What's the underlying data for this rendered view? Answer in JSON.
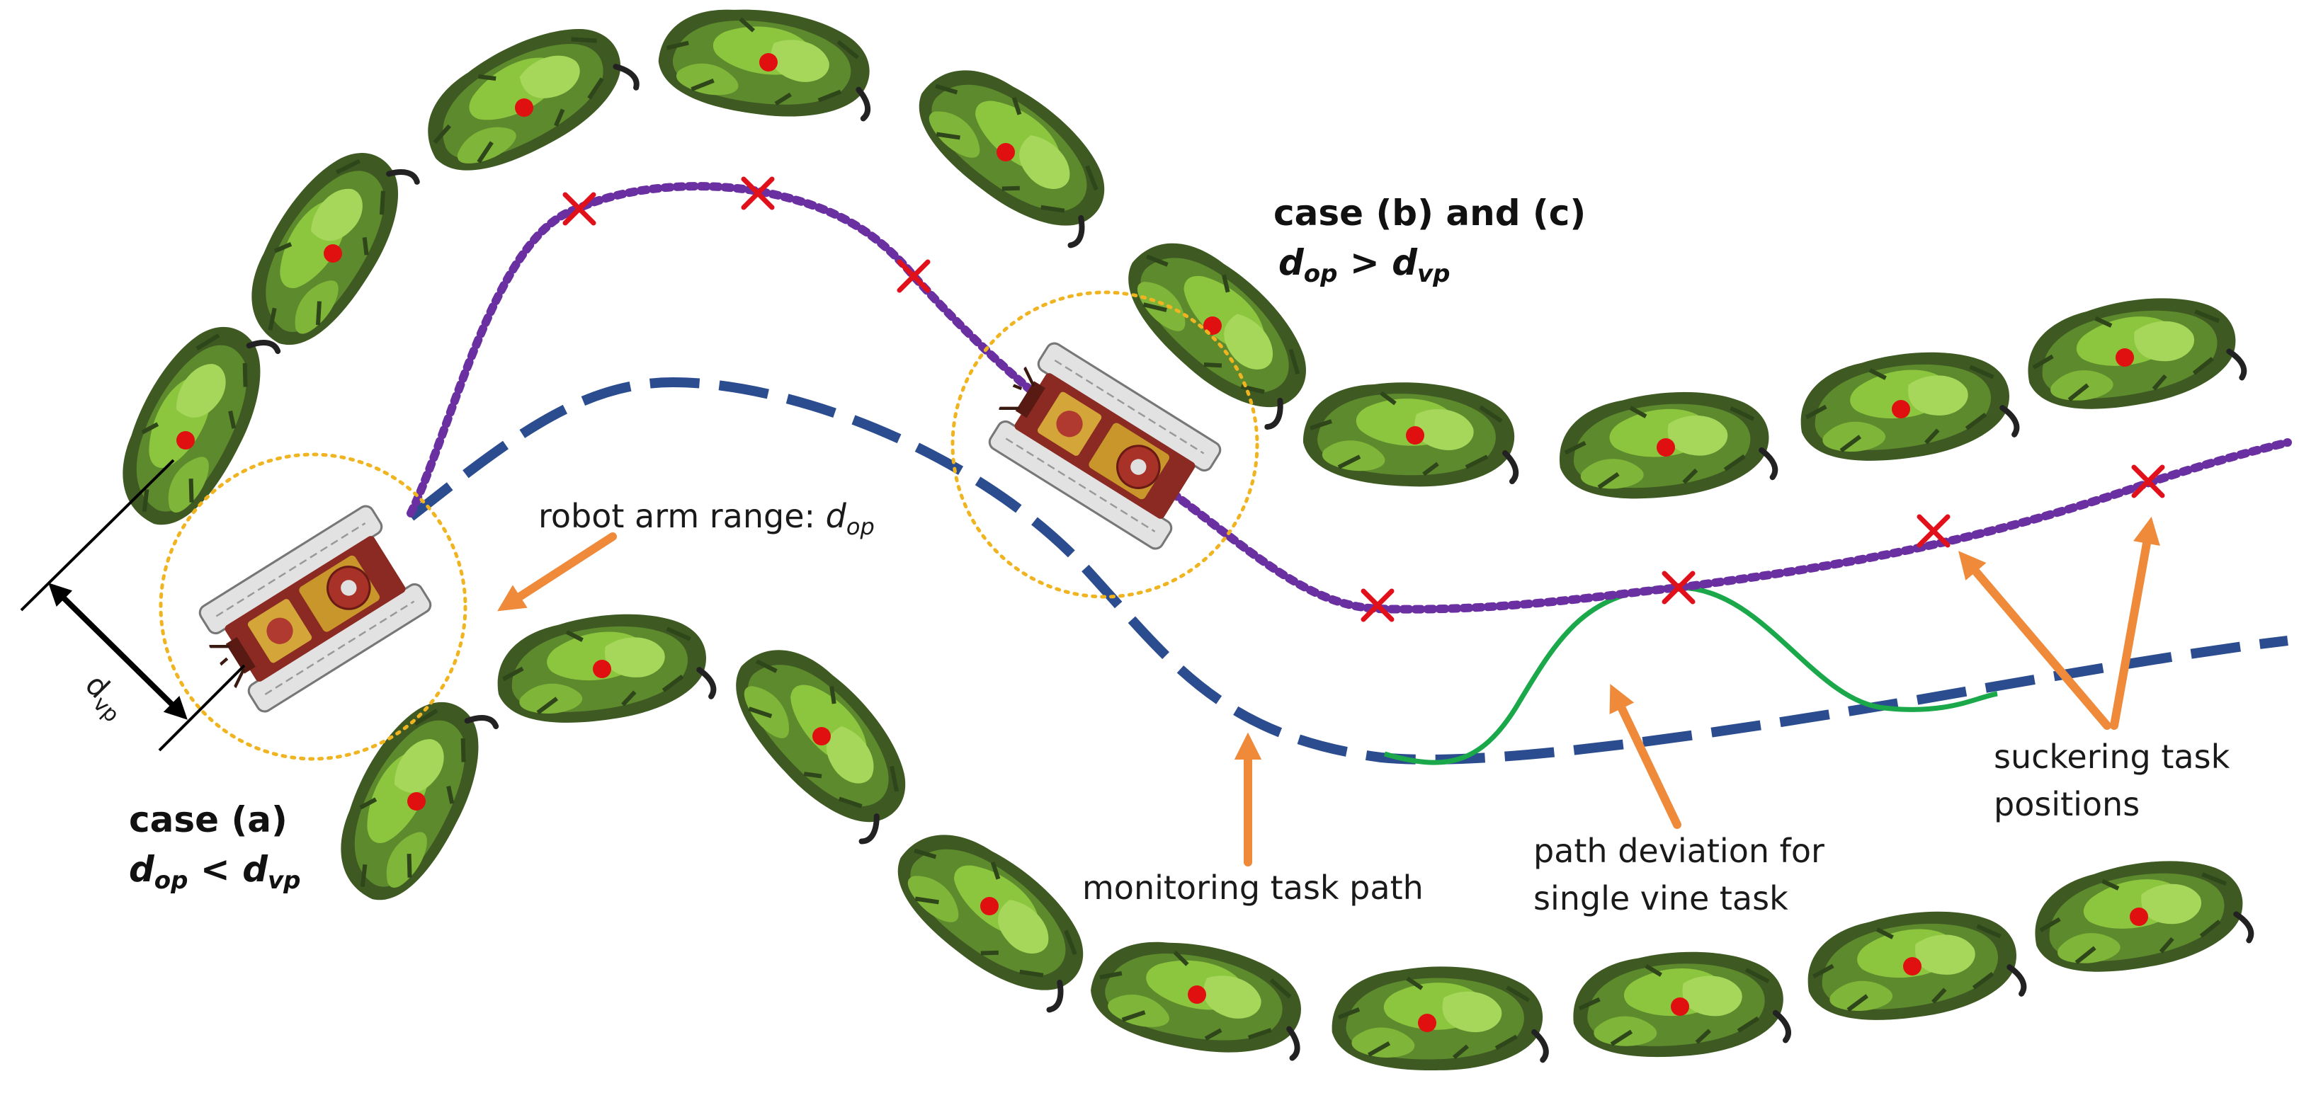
{
  "labels": {
    "case_a": {
      "title": "case (a)",
      "d1": "d",
      "s1": "op",
      "op": " < ",
      "d2": "d",
      "s2": "vp"
    },
    "case_bc": {
      "title": "case (b) and (c)",
      "d1": "d",
      "s1": "op",
      "op": " > ",
      "d2": "d",
      "s2": "vp"
    },
    "dvp_marker": {
      "d": "d",
      "s": "vp"
    },
    "robot_range": {
      "text": "robot arm range: ",
      "d": "d",
      "s": "op"
    },
    "monitoring_path": "monitoring task path",
    "path_deviation": [
      "path deviation for",
      "single vine task"
    ],
    "suckering": [
      "suckering task",
      "positions"
    ]
  },
  "colors": {
    "monitoring_path": "#2b4d8f",
    "suckering_path": "#6a2fa0",
    "deviation_path": "#1aa84a",
    "task_marker": "#e0111b",
    "arrow": "#ee8a3a",
    "range_circle": "#f0b420",
    "leaf_dark": "#3e5a22",
    "leaf_light": "#8cc63f",
    "vine_point": "#e01010"
  },
  "icons": {
    "vine": "vine-canopy-icon",
    "robot": "tracked-robot-icon",
    "task": "cross-marker-icon"
  }
}
